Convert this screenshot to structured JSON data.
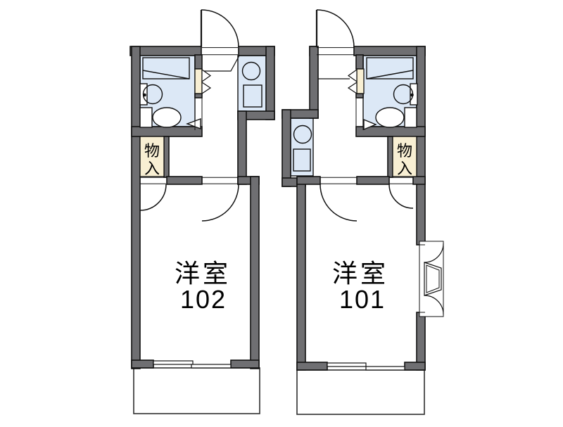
{
  "title": "apartment-floor-plan",
  "colors": {
    "wall": "#6f6f72",
    "outline": "#111111",
    "wet_area": "#dce8f6",
    "storage": "#f8efd3",
    "background": "#ffffff",
    "balcony_border": "#2e2e2e",
    "text": "#000000"
  },
  "units": {
    "left": {
      "room_label": "洋室",
      "room_number": "102",
      "storage_char1": "物",
      "storage_char2": "入"
    },
    "right": {
      "room_label": "洋室",
      "room_number": "101",
      "storage_char1": "物",
      "storage_char2": "入"
    }
  }
}
